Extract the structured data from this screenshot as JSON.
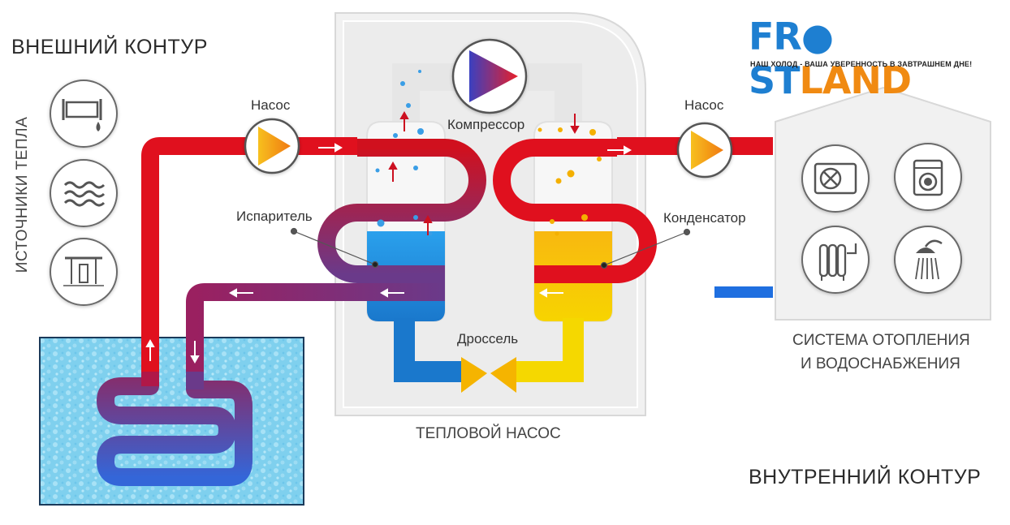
{
  "labels": {
    "outer_circuit": "ВНЕШНИЙ КОНТУР",
    "inner_circuit": "ВНУТРЕННИЙ КОНТУР",
    "heat_sources": "ИСТОЧНИКИ ТЕПЛА",
    "heat_pump": "ТЕПЛОВОЙ НАСОС",
    "heating_system_line1": "СИСТЕМА ОТОПЛЕНИЯ",
    "heating_system_line2": "И ВОДОСНАБЖЕНИЯ",
    "pump_left": "Насос",
    "pump_right": "Насос",
    "compressor": "Компрессор",
    "evaporator": "Испаритель",
    "condenser": "Конденсатор",
    "throttle": "Дроссель"
  },
  "logo": {
    "word_part1": "FR",
    "word_part2": "ST",
    "word_part3": "LAND",
    "slogan": "НАШ ХОЛОД - ВАША УВЕРЕННОСТЬ В ЗАВТРАШНЕМ ДНЕ!"
  },
  "colors": {
    "hot": "#e0101e",
    "purple": "#7a3070",
    "cold": "#1f8fe0",
    "evap_tank": "#1f8fe0",
    "cond_tank": "#f8c010",
    "yellow_pipe": "#f5d800",
    "pump_orange": "#f39a12",
    "brand_blue": "#1e7fd1",
    "brand_orange": "#f08a12"
  },
  "icons": {
    "sources": [
      "pipe-drip-icon",
      "water-waves-icon",
      "well-icon"
    ],
    "consumers": [
      "air-conditioner-icon",
      "washing-machine-icon",
      "radiator-icon",
      "shower-icon"
    ]
  }
}
